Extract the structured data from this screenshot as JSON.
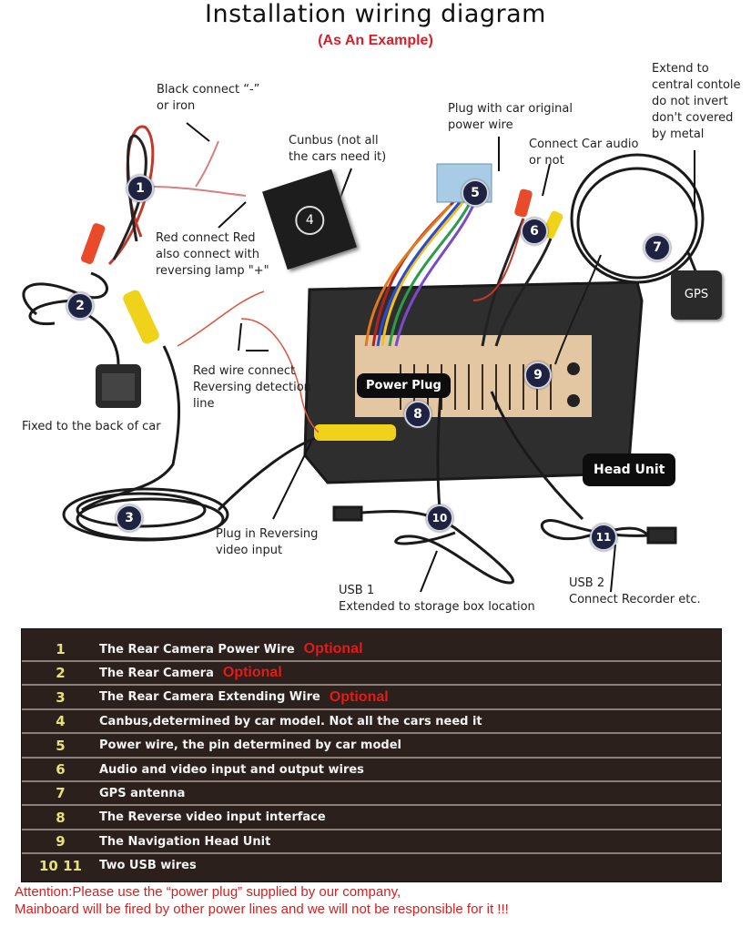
{
  "header": {
    "title": "Installation wiring diagram",
    "subtitle": "(As An Example)"
  },
  "callouts": {
    "black_connect": [
      "Black connect “-”",
      "or iron"
    ],
    "cunbus": [
      "Cunbus (not all",
      "the cars need it)"
    ],
    "plug_original": [
      "Plug with car original",
      "power wire"
    ],
    "connect_audio": [
      "Connect Car audio",
      "or not"
    ],
    "extend_gps": [
      "Extend to",
      "central contole",
      "do not invert",
      "don't covered",
      "by metal"
    ],
    "red_connect": [
      "Red connect Red",
      "also connect with",
      "reversing lamp \"+\""
    ],
    "red_wire_detect": [
      "Red wire connect",
      "Reversing detection",
      "line"
    ],
    "fixed_back": [
      "Fixed to the back of car"
    ],
    "plug_reversing": [
      "Plug in Reversing",
      "video input"
    ],
    "usb1": [
      "USB 1",
      "Extended to storage box location"
    ],
    "usb2": [
      "USB 2",
      "Connect Recorder etc."
    ]
  },
  "component_labels": {
    "power_plug": "Power Plug",
    "head_unit": "Head Unit",
    "gps": "GPS"
  },
  "badges": [
    "1",
    "2",
    "3",
    "4",
    "5",
    "6",
    "7",
    "8",
    "9",
    "10",
    "11"
  ],
  "legend_table": {
    "optional_label": "Optional",
    "rows": [
      {
        "num": "1",
        "text": "The Rear Camera Power Wire",
        "optional": true
      },
      {
        "num": "2",
        "text": "The Rear Camera",
        "optional": true
      },
      {
        "num": "3",
        "text": "The Rear Camera Extending Wire",
        "optional": true
      },
      {
        "num": "4",
        "text": "Canbus,determined by car model. Not all the cars need it",
        "optional": false
      },
      {
        "num": "5",
        "text": "Power wire, the pin determined by car model",
        "optional": false
      },
      {
        "num": "6",
        "text": "Audio and video input and output wires",
        "optional": false
      },
      {
        "num": "7",
        "text": "GPS antenna",
        "optional": false
      },
      {
        "num": "8",
        "text": "The Reverse video input interface",
        "optional": false
      },
      {
        "num": "9",
        "text": "The Navigation Head Unit",
        "optional": false
      },
      {
        "num": "10  11",
        "text": "Two USB wires",
        "optional": false
      }
    ]
  },
  "attention": [
    "Attention:Please use the “power plug” supplied by our company,",
    "Mainboard will be fired by other power lines and we will not be responsible for it !!!"
  ],
  "colors": {
    "title_red": "#d4202a",
    "table_bg": "#2b201b",
    "table_num": "#e6e27a",
    "optional_red": "#e51a1a",
    "badge_bg": "#1f2240"
  }
}
